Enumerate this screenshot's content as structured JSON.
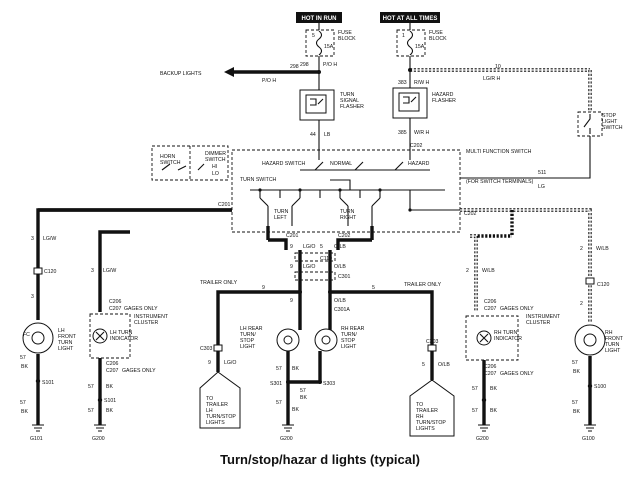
{
  "caption": "Turn/stop/hazar d lights (typical)",
  "headers": {
    "hot_in_run": "HOT IN RUN",
    "hot_at_all_times": "HOT AT ALL TIMES"
  },
  "fuses": {
    "left": {
      "label_top": "FUSE",
      "label_bot": "BLOCK",
      "pin_top": "5",
      "rating": "15A"
    },
    "right": {
      "label_top": "FUSE",
      "label_bot": "BLOCK",
      "pin_top": "1",
      "rating": "15A"
    }
  },
  "flashers": {
    "turn": {
      "line1": "TURN",
      "line2": "SIGNAL",
      "line3": "FLASHER"
    },
    "hazard": {
      "line1": "HAZARD",
      "line2": "FLASHER"
    }
  },
  "backup": {
    "label": "BACKUP LIGHTS",
    "circuit": "298",
    "color": "P/O H"
  },
  "fuse_wires": {
    "left_circuit": "298",
    "left_color": "P/O H",
    "right_circuit": "383",
    "right_color": "R/W H",
    "turn_out_circuit": "44",
    "turn_out_color": "LB",
    "hazard_out_circuit": "385",
    "hazard_out_color": "W/R H"
  },
  "stop_switch": {
    "circuit": "10",
    "color": "LG/R H",
    "line1": "STOP",
    "line2": "LIGHT",
    "line3": "SWITCH",
    "out_circuit": "511",
    "out_color": "LG"
  },
  "mfs": {
    "title": "MULTI FUNCTION SWITCH",
    "note": "(FOR SWITCH TERMINALS)",
    "horn_top": "HORN",
    "horn_bot": "SWITCH",
    "dimmer_top": "DIMMER",
    "dimmer_bot": "SWITCH",
    "dimmer_hi": "HI",
    "dimmer_lo": "LO",
    "hazard_switch": "HAZARD SWITCH",
    "normal": "NORMAL",
    "hazard": "HAZARD",
    "turn_switch": "TURN SWITCH",
    "turn_left_1": "TURN",
    "turn_left_2": "LEFT",
    "turn_right_1": "TURN",
    "turn_right_2": "RIGHT"
  },
  "connectors": {
    "c202_top": "C202",
    "c201": "C201",
    "c202_right": "C202",
    "c201_mid": "C201",
    "c202_mid": "C202",
    "c119": "C119",
    "c301": "C301",
    "c301a": "C301A",
    "c303_left": "C303",
    "c303_right": "C303",
    "c120_left": "C120",
    "c120_right": "C120",
    "c206_left": "C206",
    "c207_left": "C207",
    "c206_right": "C206",
    "c207_right": "C207",
    "c206_rb": "C206",
    "c207_rb": "C207"
  },
  "wires": {
    "left_3": "3",
    "lg_w": "LG/W",
    "right_2": "2",
    "w_lb": "W/LB",
    "mid_9": "9",
    "lg_o": "LG/O",
    "mid_5": "5",
    "o_lb": "O/LB",
    "trailer_9": "9",
    "trailer_5": "5",
    "gnd_57": "57",
    "bk": "BK"
  },
  "labels": {
    "trailer_only_left": "TRAILER ONLY",
    "trailer_only_right": "TRAILER ONLY",
    "gages_only": "GAGES ONLY",
    "instrument": "INSTRUMENT",
    "cluster": "CLUSTER",
    "lh_turn_indicator_1": "LH TURN",
    "lh_turn_indicator_2": "INDICATOR",
    "rh_turn_indicator_1": "RH TURN",
    "rh_turn_indicator_2": "INDICATOR",
    "lh_front": [
      "LH",
      "FRONT",
      "TURN",
      "LIGHT"
    ],
    "rh_front": [
      "RH",
      "FRONT",
      "TURN",
      "LIGHT"
    ],
    "lh_rear": [
      "LH REAR",
      "TURN/",
      "STOP",
      "LIGHT"
    ],
    "rh_rear": [
      "RH REAR",
      "TURN/",
      "STOP",
      "LIGHT"
    ],
    "to_trailer_lh": [
      "TO",
      "TRAILER",
      "LH",
      "TURN/STOP",
      "LIGHTS"
    ],
    "to_trailer_rh": [
      "TO",
      "TRAILER",
      "RH",
      "TURN/STOP",
      "LIGHTS"
    ]
  },
  "splices": {
    "s101": "S101",
    "s301": "S301",
    "s303": "S303",
    "s100": "S100"
  },
  "grounds": {
    "g101": "G101",
    "g200_a": "G200",
    "g200_b": "G200",
    "g200_c": "G200",
    "g100": "G100"
  },
  "legend_fc": "FC"
}
